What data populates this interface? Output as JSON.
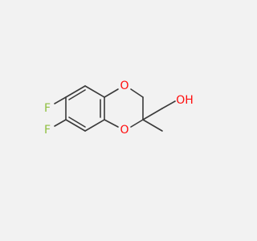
{
  "colors": {
    "background": "#f2f2f2",
    "bond": "#3a3a3a",
    "oxygen": "#ff0d0d",
    "fluorine": "#8fbf3f"
  },
  "atoms": {
    "F1": "F",
    "F2": "F",
    "O1": "O",
    "O2": "O",
    "OH": "OH"
  }
}
